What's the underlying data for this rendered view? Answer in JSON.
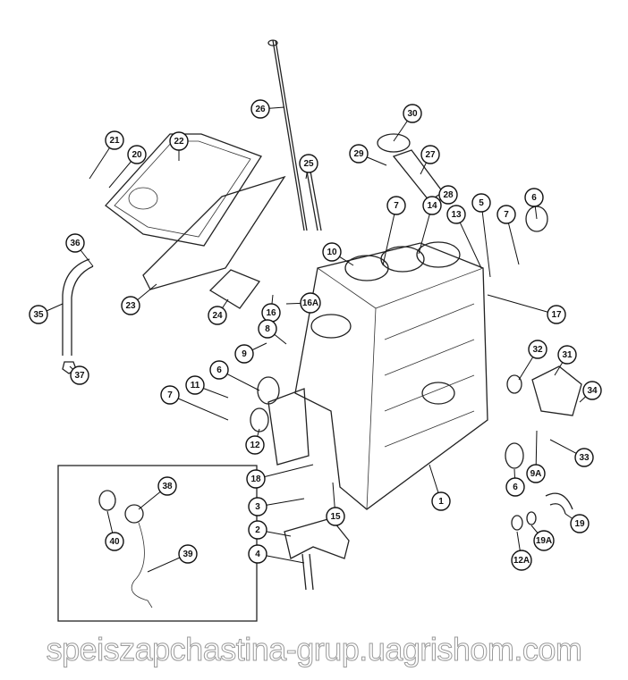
{
  "callouts": [
    "21",
    "20",
    "22",
    "26",
    "30",
    "29",
    "27",
    "25",
    "28",
    "6",
    "7",
    "14",
    "13",
    "5",
    "7",
    "10",
    "36",
    "23",
    "24",
    "16",
    "16A",
    "35",
    "8",
    "9",
    "17",
    "32",
    "31",
    "34",
    "37",
    "6",
    "11",
    "7",
    "12",
    "33",
    "9A",
    "18",
    "6",
    "1",
    "19",
    "38",
    "3",
    "15",
    "2",
    "12A",
    "19A",
    "40",
    "4",
    "39"
  ],
  "watermark": "speiszapchastina-grup.uagrishom.com"
}
